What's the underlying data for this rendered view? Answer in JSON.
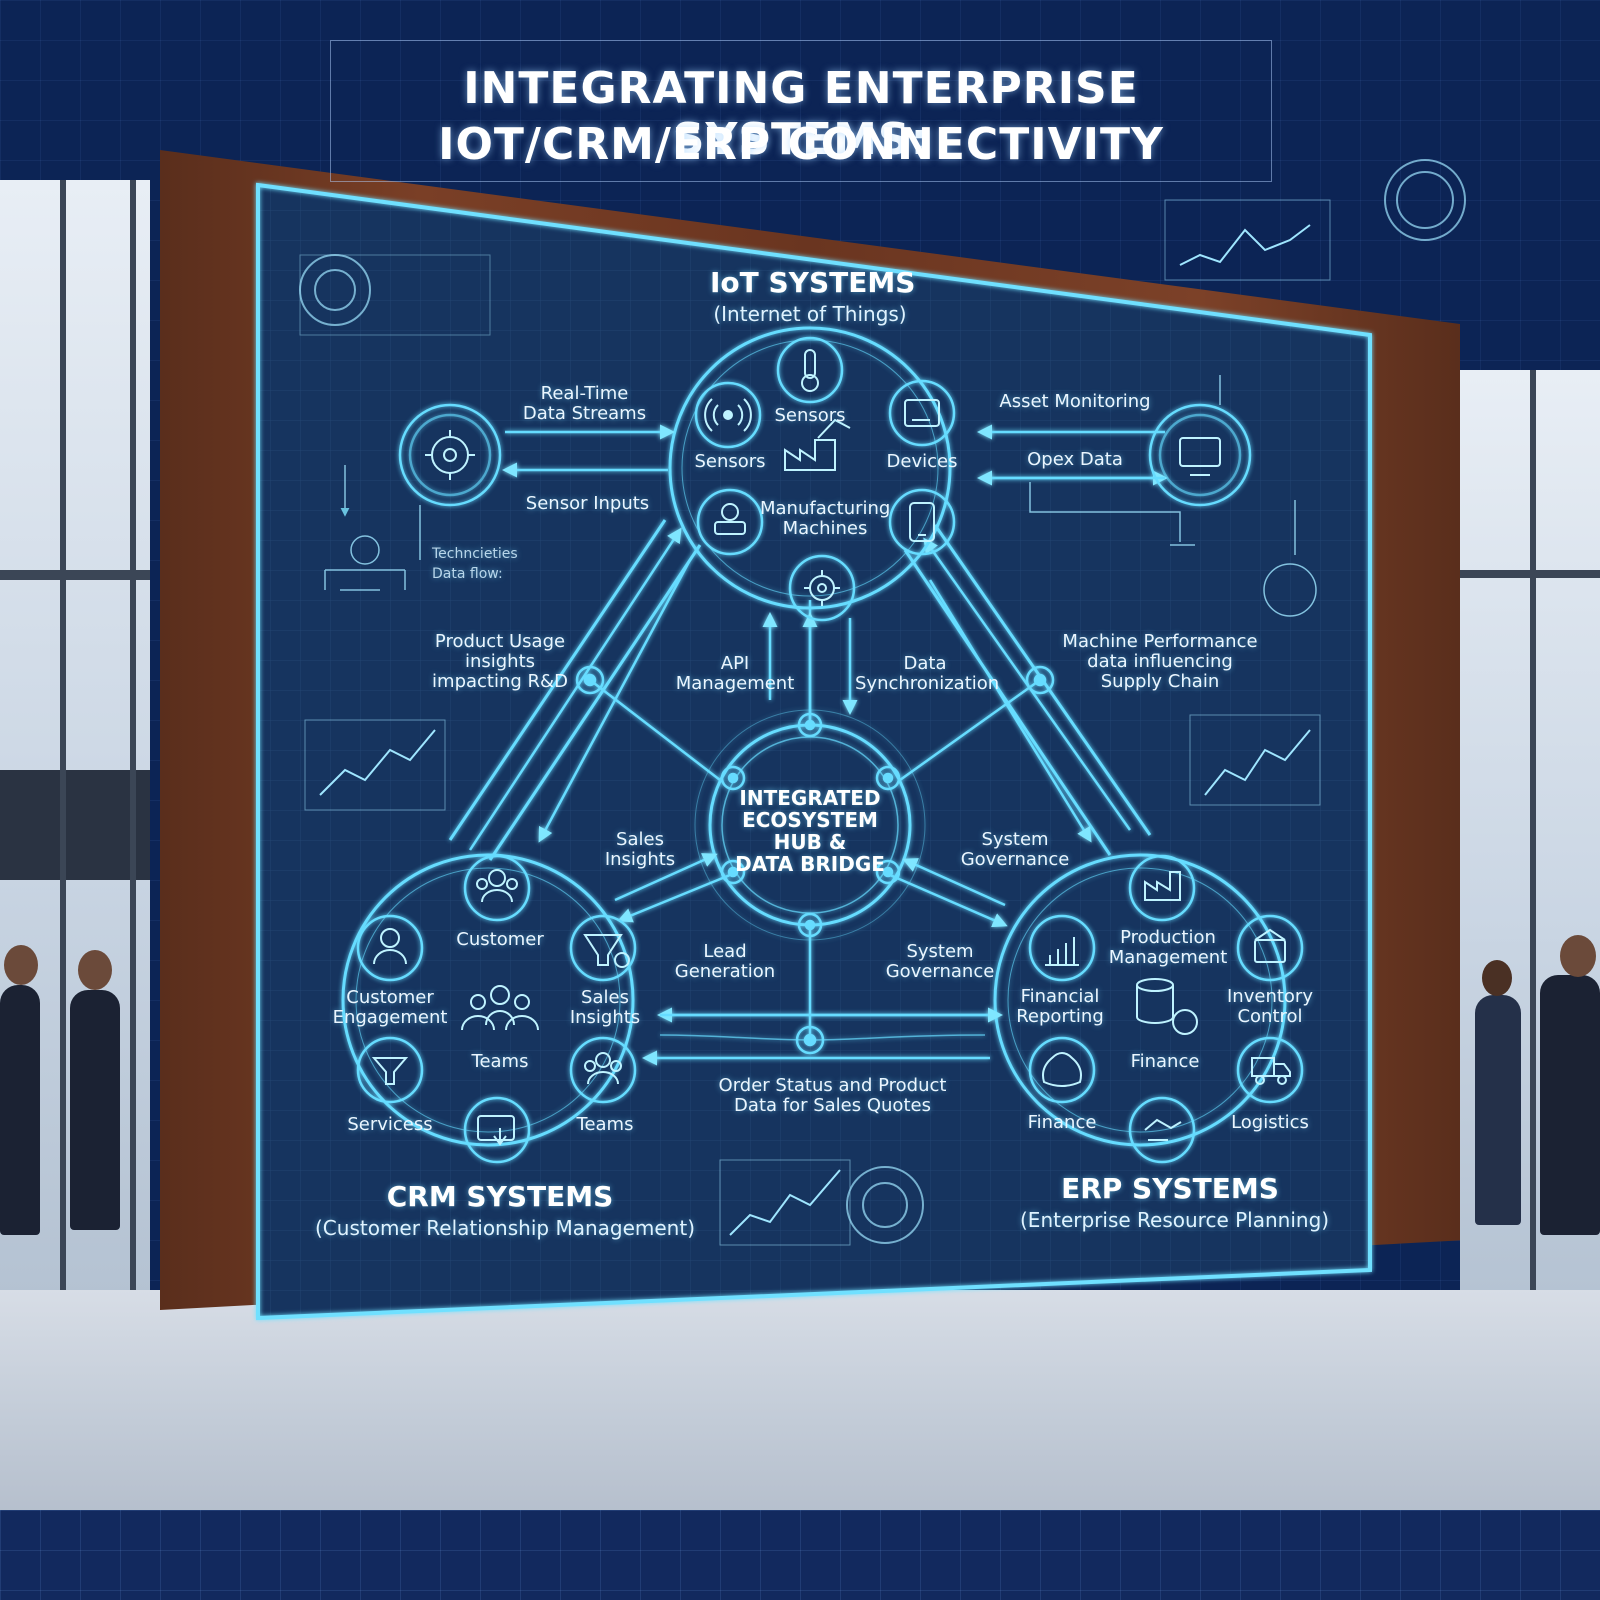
{
  "title": {
    "line1": "INTEGRATING ENTERPRISE SYSTEMS:",
    "line2": "IOT/CRM/ERP CONNECTIVITY"
  },
  "iot": {
    "heading": "IoT SYSTEMS",
    "subheading": "(Internet of Things)",
    "items": {
      "sensors_top": "Sensors",
      "sensors_left": "Sensors",
      "devices": "Devices",
      "machines": "Manufacturing Machines"
    }
  },
  "crm": {
    "heading": "CRM SYSTEMS",
    "subheading": "(Customer Relationship Management)",
    "items": {
      "customer": "Customer",
      "engagement": "Customer Engagement",
      "sales_insights": "Sales Insights",
      "teams_center": "Teams",
      "services": "Servicess",
      "teams": "Teams"
    }
  },
  "erp": {
    "heading": "ERP SYSTEMS",
    "subheading": "(Enterprise Resource Planning)",
    "items": {
      "production": "Production Management",
      "financial_reporting": "Financial Reporting",
      "inventory": "Inventory Control",
      "finance_center": "Finance",
      "finance": "Finance",
      "logistics": "Logistics"
    }
  },
  "hub": {
    "line1": "INTEGRATED",
    "line2": "ECOSYSTEM",
    "line3": "HUB &",
    "line4": "DATA BRIDGE"
  },
  "flows": {
    "realtime": "Real-Time Data Streams",
    "sensor_inputs": "Sensor Inputs",
    "technologies": "Techncieties",
    "data_flow": "Data flow:",
    "asset": "Asset Monitoring",
    "opex": "Opex Data",
    "product_usage": "Product Usage insights impacting R&D",
    "api": "API Management",
    "data_sync": "Data Synchronization",
    "machine_perf": "Machine Performance data influencing Supply Chain",
    "sales_insights": "Sales Insights",
    "system_gov_upper": "System Governance",
    "lead_gen": "Lead Generation",
    "system_gov_lower": "System Governance",
    "order_status": "Order Status and Product Data for Sales Quotes"
  },
  "colors": {
    "glow": "#54d8ff",
    "navy": "#0c2455",
    "screen": "#16345f"
  },
  "icons": [
    "thermometer-icon",
    "antenna-icon",
    "devices-icon",
    "factory-robot-icon",
    "robot-arm-icon",
    "smartphone-icon",
    "gear-icon",
    "people-icon",
    "person-icon",
    "funnel-icon",
    "group-icon",
    "filter-icon",
    "touch-screen-icon",
    "team-icon",
    "factory-icon",
    "bar-chart-icon",
    "package-icon",
    "database-coin-icon",
    "money-bag-icon",
    "handshake-icon",
    "truck-icon",
    "monitor-icon",
    "line-chart-icon"
  ]
}
